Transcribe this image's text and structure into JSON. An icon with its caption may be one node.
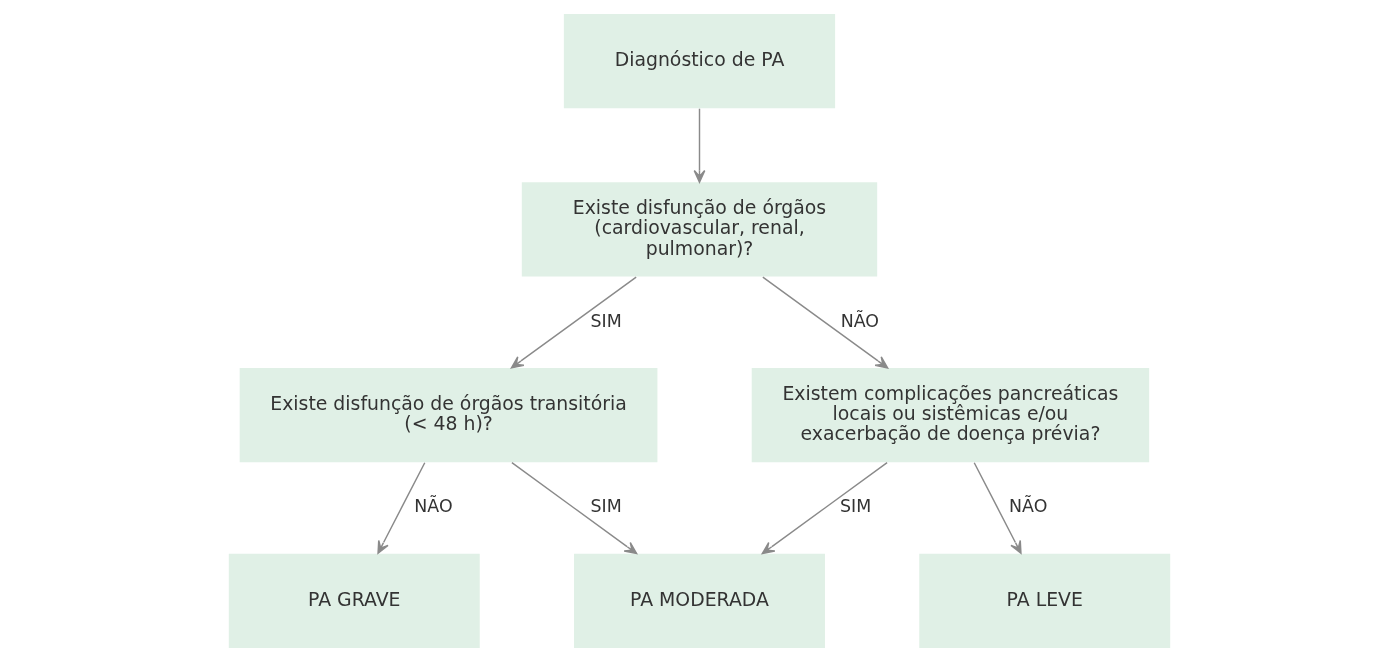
{
  "diagram": {
    "nodes": [
      {
        "text": [
          "Diagnóstico de PA"
        ]
      },
      {
        "text": [
          "Existe disfunção de órgãos (cardiovascular, renal, pulmonar)?"
        ]
      },
      {
        "text": [
          "Existe disfunção de órgãos transitória (< 48 h)?"
        ]
      },
      {
        "text": [
          "Existem complicações pancreáticas locais ou sistêmicas e/ou exacerbação de doença prévia?"
        ]
      },
      {
        "text": [
          "PA GRAVE"
        ]
      },
      {
        "text": [
          "PA MODERADA"
        ]
      },
      {
        "text": [
          "PA LEVE"
        ]
      }
    ],
    "edges": [
      {
        "from": 0,
        "to": 1,
        "arrow": "to"
      },
      {
        "from": 1,
        "to": 2,
        "arrow": "to",
        "label": "SIM"
      },
      {
        "from": 1,
        "to": 3,
        "arrow": "to",
        "label": "NÃO"
      },
      {
        "from": 2,
        "to": 4,
        "arrow": "to",
        "label": "NÃO"
      },
      {
        "from": 2,
        "to": 5,
        "arrow": "to",
        "label": "SIM"
      },
      {
        "from": 3,
        "to": 5,
        "arrow": "to",
        "label": "SIM"
      },
      {
        "from": 3,
        "to": 6,
        "arrow": "to",
        "label": "NÃO"
      }
    ]
  }
}
